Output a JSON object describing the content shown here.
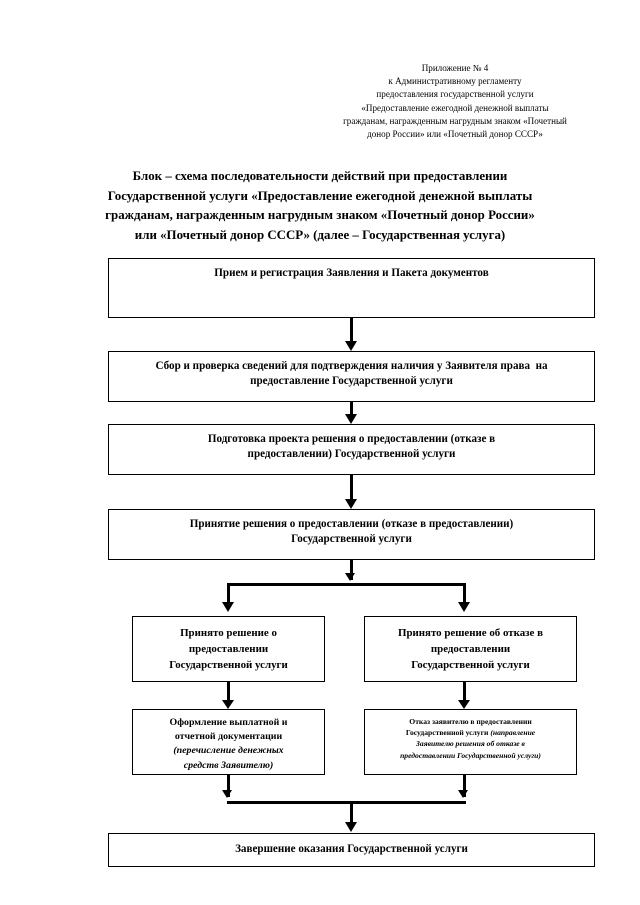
{
  "header": {
    "lines": [
      "Приложение № 4",
      "к Административному регламенту",
      "предоставления государственной услуги",
      "«Предоставление ежегодной денежной выплаты",
      "гражданам, награжденным нагрудным знаком «Почетный",
      "донор России» или «Почетный донор СССР»"
    ]
  },
  "title": {
    "lines": [
      "Блок – схема последовательности действий при предоставлении",
      "Государственной услуги «Предоставление ежегодной денежной выплаты",
      "гражданам, награжденным нагрудным знаком «Почетный донор России»",
      "или «Почетный донор СССР» (далее – Государственная услуга)"
    ]
  },
  "flowchart": {
    "step1": {
      "lines": [
        "Прием и регистрация Заявления и Пакета документов"
      ]
    },
    "step2": {
      "lines": [
        "Сбор и проверка сведений для подтверждения наличия у Заявителя права  на",
        "предоставление Государственной услуги"
      ]
    },
    "step3": {
      "lines": [
        "Подготовка проекта решения о предоставлении (отказе в",
        "предоставлении) Государственной услуги"
      ]
    },
    "step4": {
      "lines": [
        "Принятие решения о предоставлении (отказе в предоставлении)",
        "Государственной услуги"
      ]
    },
    "branch_approve": {
      "lines": [
        "Принято решение о",
        "предоставлении",
        "Государственной услуги"
      ]
    },
    "branch_refuse": {
      "lines": [
        "Принято решение об отказе в",
        "предоставлении",
        "Государственной услуги"
      ]
    },
    "action_payment": {
      "lines_bold": [
        "Оформление выплатной и",
        "отчетной документации"
      ],
      "lines_italic": [
        "(перечисление денежных",
        "средств Заявителю)"
      ]
    },
    "action_refusal": {
      "lines_bold": [
        "Отказ заявителю в предоставлении"
      ],
      "line_mixed_bold": "Государственной услуги ",
      "line_mixed_italic": "(направление",
      "lines_italic": [
        "Заявителю решения об отказе в",
        "предоставлении Государственной услуги)"
      ]
    },
    "step_final": {
      "lines": [
        "Завершение оказания Государственной услуги"
      ]
    }
  }
}
